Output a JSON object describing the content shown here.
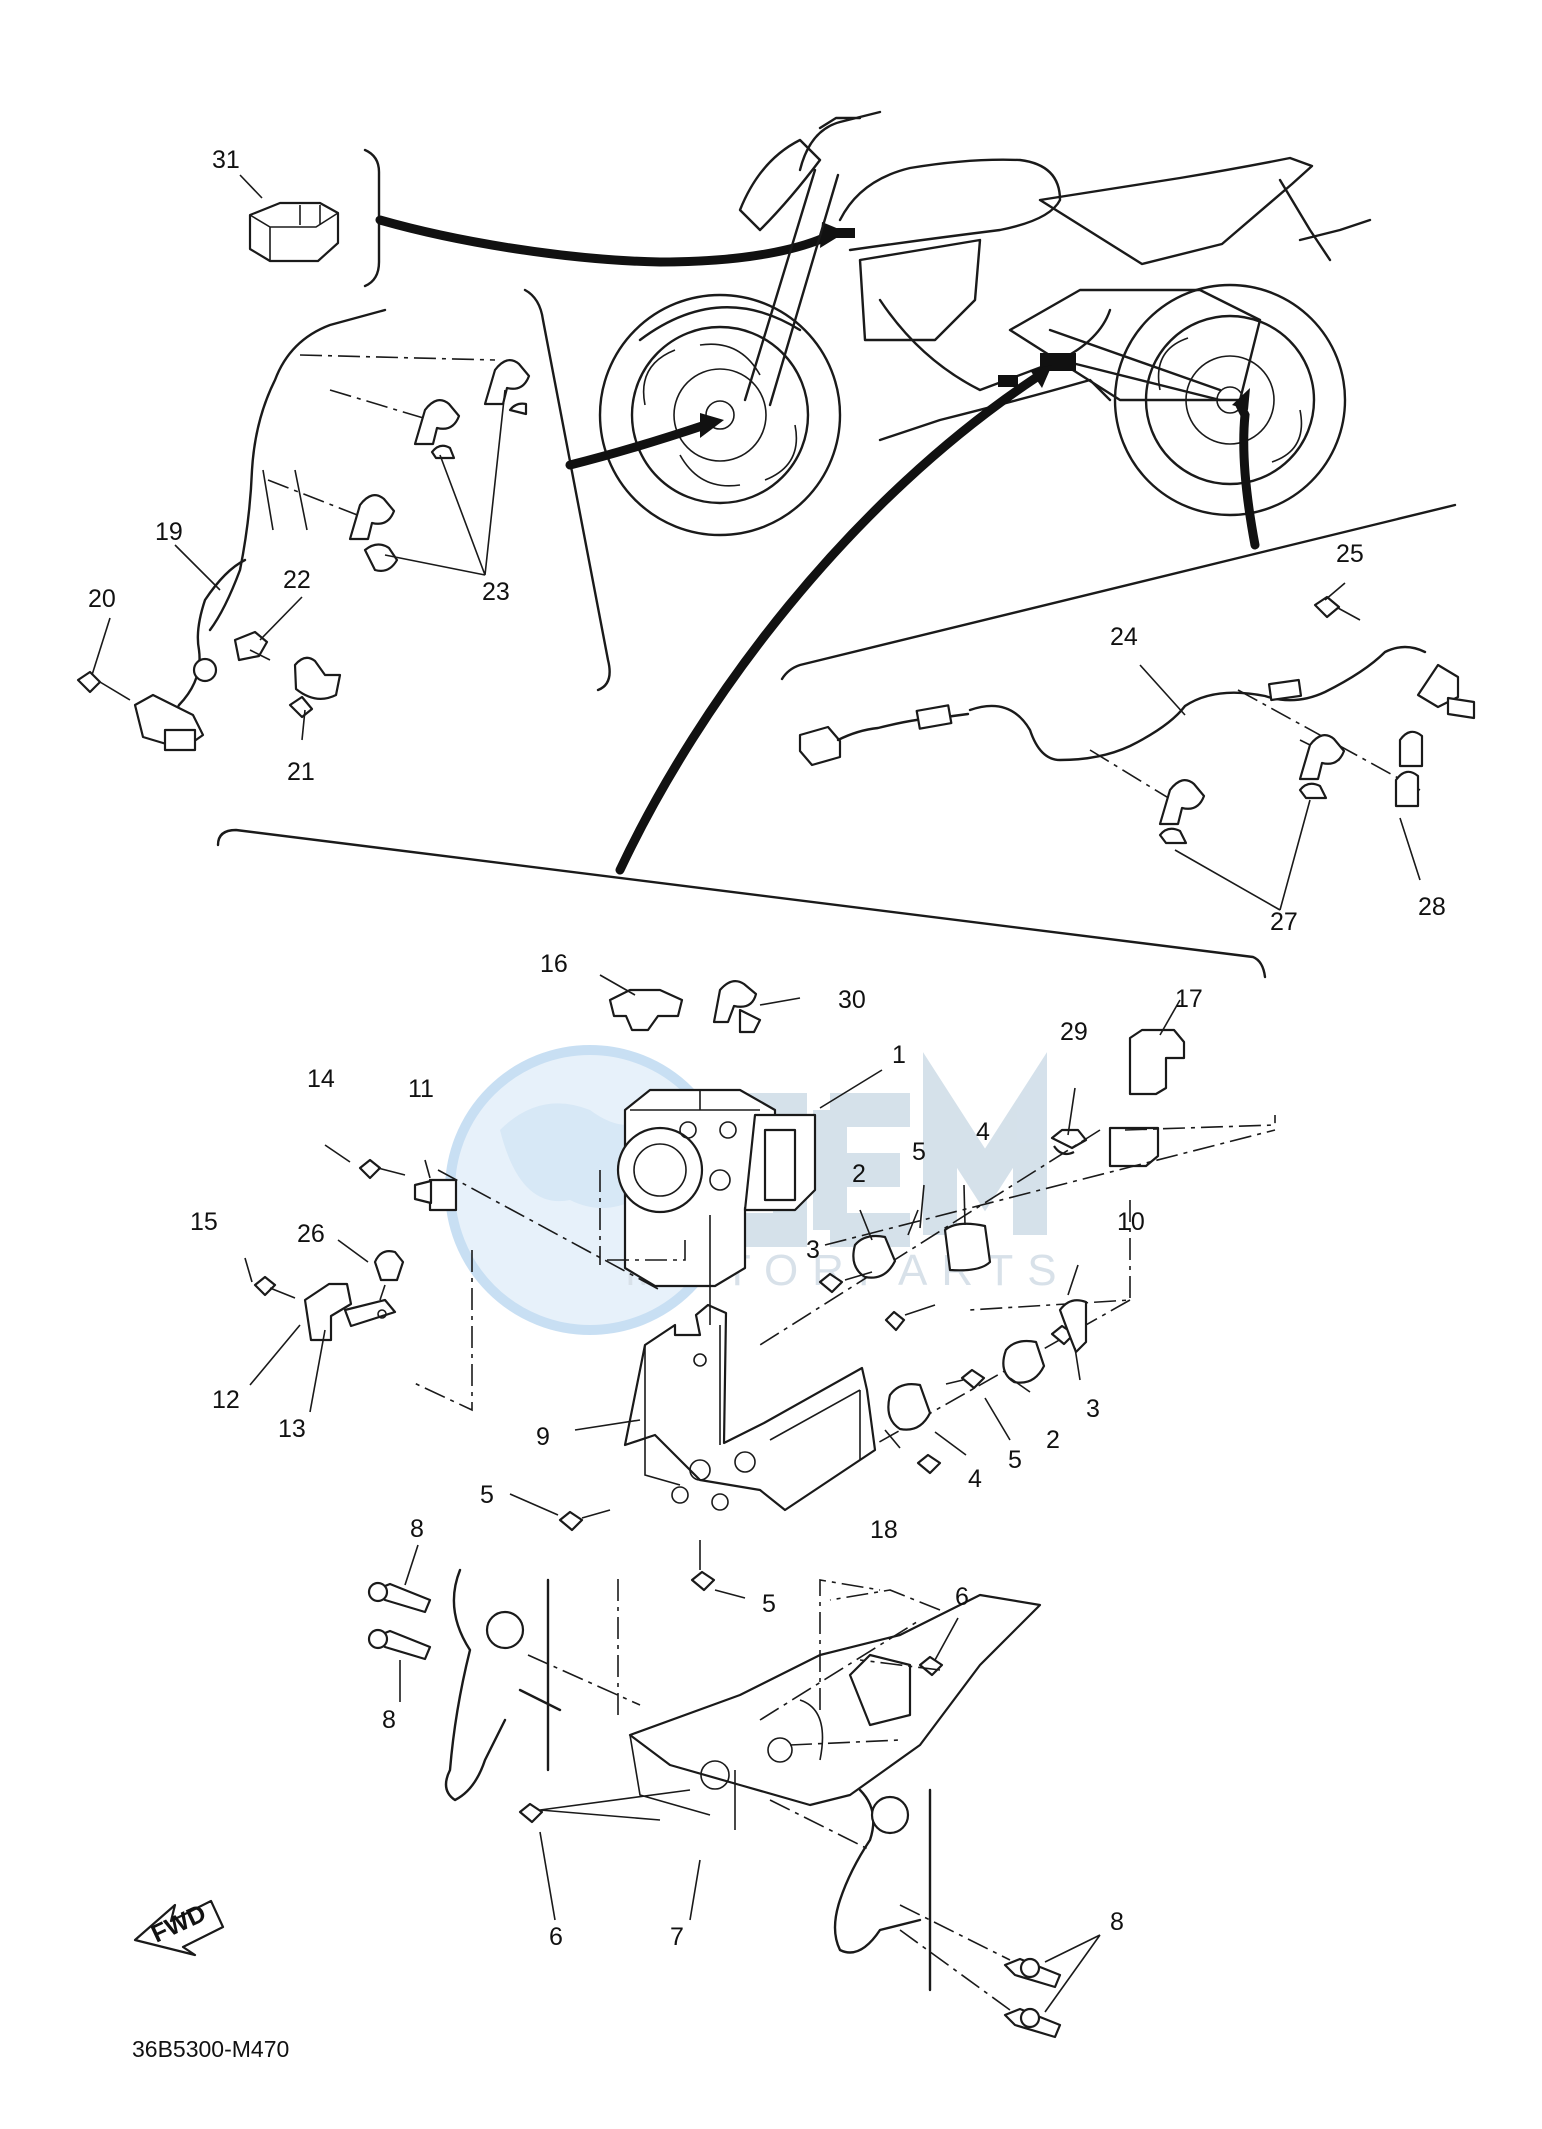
{
  "diagram_code": "36B5300-M470",
  "direction_badge": "FWD",
  "watermark": {
    "brand": "MOTORPARTS",
    "accent_color": "#3f97d8",
    "logo_lettering": "OEM"
  },
  "callouts": {
    "p1": "1",
    "p2a": "2",
    "p2b": "2",
    "p3a": "3",
    "p3b": "3",
    "p4a": "4",
    "p4b": "4",
    "p5a": "5",
    "p5b": "5",
    "p5c": "5",
    "p5d": "5",
    "p6a": "6",
    "p6b": "6",
    "p7": "7",
    "p8a": "8",
    "p8b": "8",
    "p8c": "8",
    "p9": "9",
    "p10": "10",
    "p11": "11",
    "p12": "12",
    "p13": "13",
    "p14": "14",
    "p15": "15",
    "p16": "16",
    "p17": "17",
    "p18": "18",
    "p19": "19",
    "p20": "20",
    "p21": "21",
    "p22": "22",
    "p23": "23",
    "p24": "24",
    "p25": "25",
    "p26": "26",
    "p27": "27",
    "p28": "28",
    "p29": "29",
    "p30": "30",
    "p31": "31"
  }
}
